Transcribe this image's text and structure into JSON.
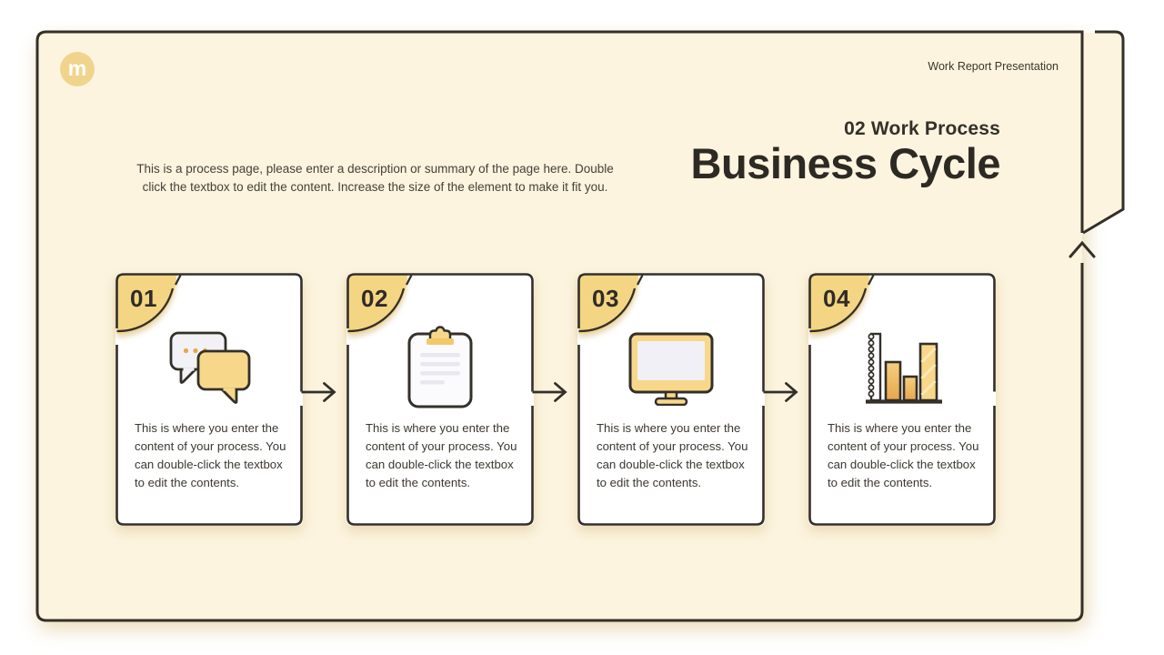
{
  "slide": {
    "logo_letter": "m",
    "header_right": "Work Report Presentation",
    "kicker": "02 Work Process",
    "title": "Business Cycle",
    "description": {
      "line1": "This is a process page, please enter a description or summary of the page here. Double",
      "line2": "click the textbox to edit the content. Increase the size of the element to make it fit you."
    }
  },
  "cards": [
    {
      "number": "01",
      "icon": "chat-bubbles-icon",
      "text": "This is where you enter the content of your process. You can double-click the textbox to edit the contents.",
      "has_arrow": true
    },
    {
      "number": "02",
      "icon": "clipboard-icon",
      "text": "This is where you enter the content of your process. You can double-click the textbox to edit the contents.",
      "has_arrow": true
    },
    {
      "number": "03",
      "icon": "monitor-icon",
      "text": "This is where you enter the content of your process. You can double-click the textbox to edit the contents.",
      "has_arrow": true
    },
    {
      "number": "04",
      "icon": "bar-chart-icon",
      "text": "This is where you enter the content of your process. You can double-click the textbox to edit the contents.",
      "has_arrow": false
    }
  ],
  "colors": {
    "page_bg": "#FFFFFF",
    "slide_bg": "#FCF4DF",
    "card_bg": "#FFFFFF",
    "ink": "#332F29",
    "body_text": "#3C3731",
    "accent_yellow": "#F3D584",
    "accent_orange": "#E8A64B",
    "icon_gray": "#F2F1F5"
  }
}
